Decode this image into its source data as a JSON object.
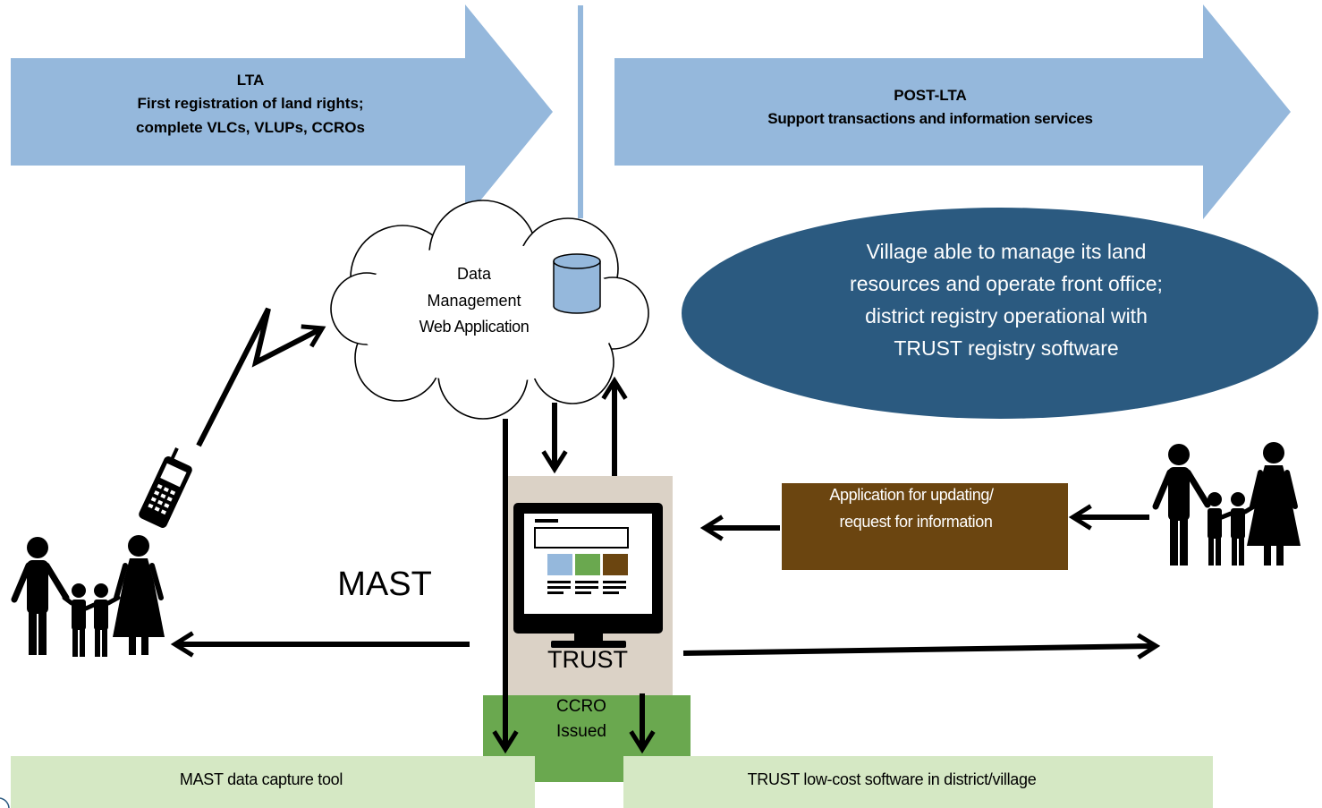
{
  "phases": {
    "lta": {
      "title": "LTA",
      "line1": "First registration of land rights;",
      "line2": "complete VLCs, VLUPs, CCROs"
    },
    "post_lta": {
      "title": "POST-LTA",
      "line1": "Support transactions and information services"
    }
  },
  "cloud": {
    "line1": "Data",
    "line2": "Management",
    "line3": "Web Application",
    "icon": "database-icon"
  },
  "goal_ellipse": {
    "line1": "Village able to manage its land",
    "line2": "resources and operate front office;",
    "line3": "district registry operational with",
    "line4": "TRUST registry software"
  },
  "trust": {
    "label": "TRUST",
    "icon": "computer-monitor-icon"
  },
  "ccro": {
    "line1": "CCRO",
    "line2": "Issued"
  },
  "application": {
    "line1": "Application for updating/",
    "line2": "request for information"
  },
  "mast_label": "MAST",
  "bottom_bars": {
    "left": "MAST data capture tool",
    "right": "TRUST low-cost software in district/village"
  },
  "icons": {
    "phone": "mobile-phone-icon",
    "family_left": "family-icon",
    "family_right": "family-icon",
    "signal": "wireless-signal-icon"
  },
  "colors": {
    "arrow_blue": "#95b8dc",
    "ellipse_navy": "#2b5a80",
    "trust_panel": "#dbd2c6",
    "ccro_green": "#6aa84f",
    "application_brown": "#6b4510",
    "bottom_bar_green": "#d5e8c4"
  }
}
